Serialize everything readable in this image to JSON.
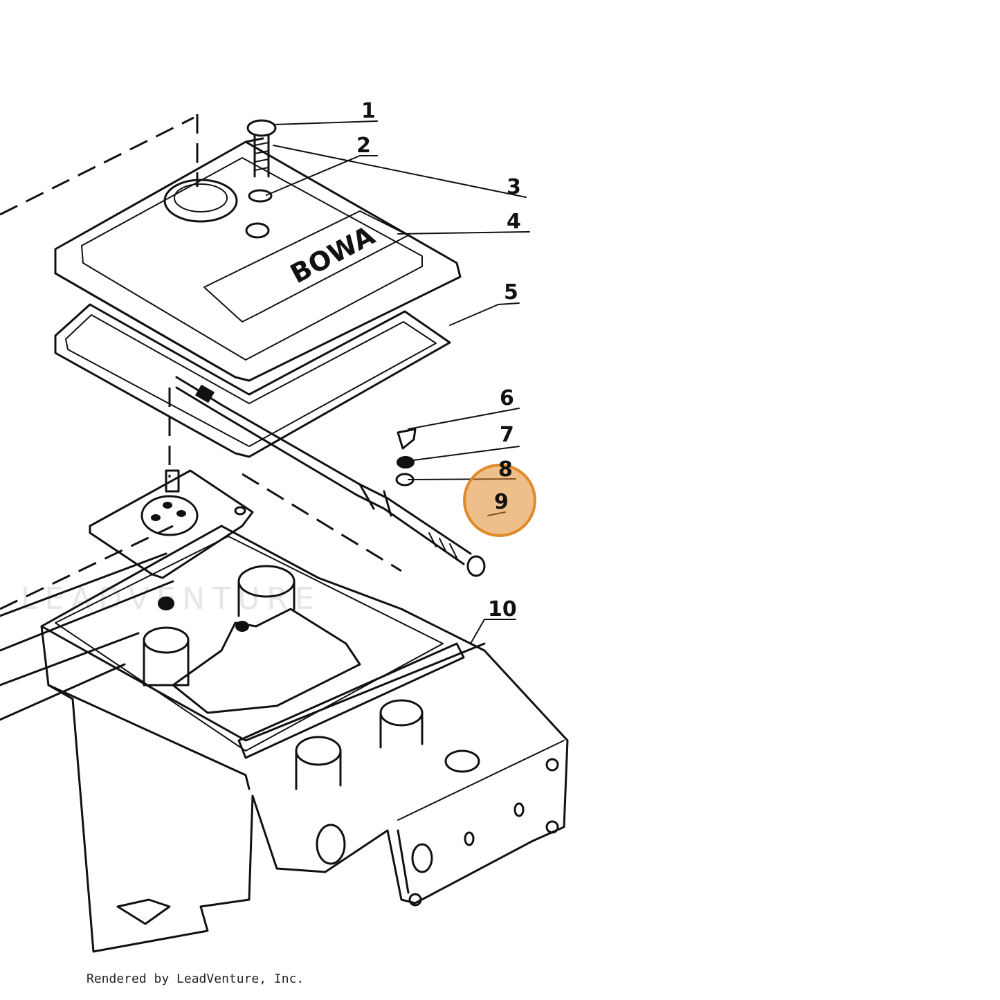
{
  "diagram": {
    "callouts": [
      {
        "id": "1",
        "label": "1"
      },
      {
        "id": "2",
        "label": "2"
      },
      {
        "id": "3",
        "label": "3"
      },
      {
        "id": "4",
        "label": "4"
      },
      {
        "id": "5",
        "label": "5"
      },
      {
        "id": "6",
        "label": "6"
      },
      {
        "id": "7",
        "label": "7"
      },
      {
        "id": "8",
        "label": "8"
      },
      {
        "id": "9",
        "label": "9",
        "highlighted": true
      },
      {
        "id": "10",
        "label": "10"
      }
    ],
    "cover_logo": "BOWA",
    "watermark": "LEADVENTURE",
    "highlight_color": "#e08a2a"
  },
  "footer": {
    "credit": "Rendered by LeadVenture, Inc."
  }
}
